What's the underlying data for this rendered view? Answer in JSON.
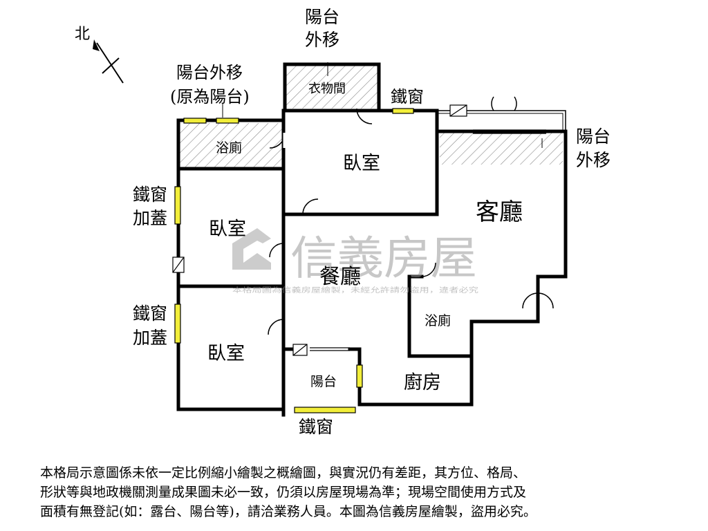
{
  "compass": {
    "north": "北"
  },
  "labels": {
    "balcony_top_1": "陽台",
    "balcony_top_2": "外移",
    "closet": "衣物間",
    "iron_window_top": "鐵窗",
    "balcony_left_1": "陽台外移",
    "balcony_left_2": "(原為陽台)",
    "bath_top": "浴廁",
    "bedroom_main": "臥室",
    "balcony_right_1": "陽台",
    "balcony_right_2": "外移",
    "living_room": "客廳",
    "iron_window_left1_1": "鐵窗",
    "iron_window_left1_2": "加蓋",
    "bedroom_left": "臥室",
    "dining_room": "餐廳",
    "bath_center": "浴廁",
    "iron_window_left2_1": "鐵窗",
    "iron_window_left2_2": "加蓋",
    "bedroom_bottom": "臥室",
    "balcony_small": "陽台",
    "kitchen": "廚房",
    "iron_window_bottom": "鐵窗"
  },
  "watermark": {
    "brand": "信義房屋",
    "notice": "本格局圖為信義房屋繪製，未經允許請勿盜用，違者必究"
  },
  "disclaimer": {
    "line1": "本格局示意圖係未依一定比例縮小繪製之概繪圖，與實況仍有差距，其方位、格局、",
    "line2": "形狀等與地政機關測量成果圖未必一致，仍須以房屋現場為準；現場空間使用方式及",
    "line3": "面積有無登記(如：露台、陽台等)，請洽業務人員。本圖為信義房屋繪製，盜用必究。"
  },
  "colors": {
    "wall": "#000000",
    "window": "#f2ee3a",
    "hatch": "#8a8a8a",
    "watermark": "#9a9a9a"
  }
}
